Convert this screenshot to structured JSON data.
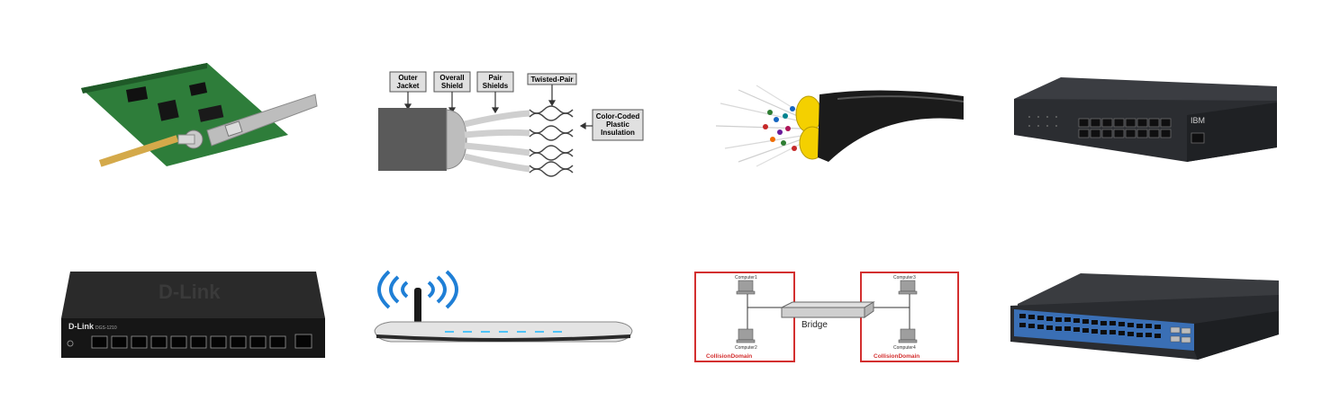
{
  "images": [
    {
      "name": "network-interface-card"
    },
    {
      "name": "shielded-twisted-pair-cable",
      "labels": {
        "outer_jacket": [
          "Outer",
          "Jacket"
        ],
        "overall_shield": [
          "Overall",
          "Shield"
        ],
        "pair_shields": [
          "Pair",
          "Shields"
        ],
        "twisted_pair": "Twisted-Pair",
        "color_coded": [
          "Color-Coded",
          "Plastic",
          "Insulation"
        ]
      }
    },
    {
      "name": "fiber-optic-cable"
    },
    {
      "name": "ibm-switch",
      "brand": "IBM"
    },
    {
      "name": "dlink-switch",
      "brand": "D-Link",
      "model": "DGS-1210"
    },
    {
      "name": "wireless-router"
    },
    {
      "name": "bridge-diagram",
      "labels": {
        "bridge": "Bridge",
        "computer1": "Computer1",
        "computer2": "Computer2",
        "computer3": "Computer3",
        "computer4": "Computer4",
        "collision_left": "CollisionDomain",
        "collision_right": "CollisionDomain"
      }
    },
    {
      "name": "rack-switch"
    }
  ],
  "colors": {
    "nic_board": "#2e7d3a",
    "jacket": "#5a5a5a",
    "fiber_yellow": "#f4d000",
    "switch_body": "#2b2d31",
    "switch_blue": "#3a6fb5",
    "wifi_blue": "#1f7fd6",
    "diagram_red": "#d32f2f",
    "router_led": "#4fc3f7"
  }
}
